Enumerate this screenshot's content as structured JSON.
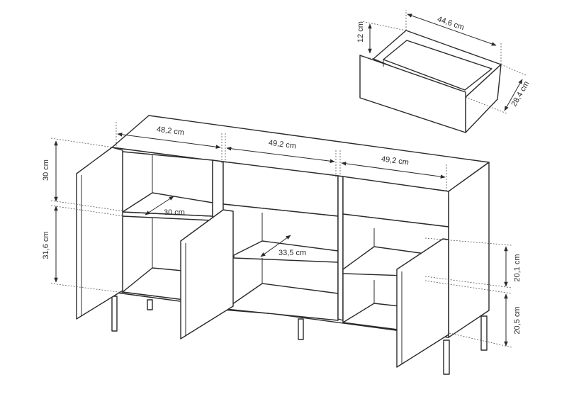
{
  "dimensions": {
    "drawer_width": "44,6 cm",
    "drawer_height": "12 cm",
    "drawer_depth": "28,4 cm",
    "section_left_width": "48,2 cm",
    "section_middle_width": "49,2 cm",
    "section_right_width": "49,2 cm",
    "upper_compartment_height": "30 cm",
    "lower_compartment_height": "31,6 cm",
    "left_shelf_depth": "30 cm",
    "middle_shelf_depth": "33,5 cm",
    "right_compartment_height": "20,1 cm",
    "leg_height": "20,5 cm"
  },
  "colors": {
    "line": "#2b2b2b",
    "background": "#ffffff"
  }
}
